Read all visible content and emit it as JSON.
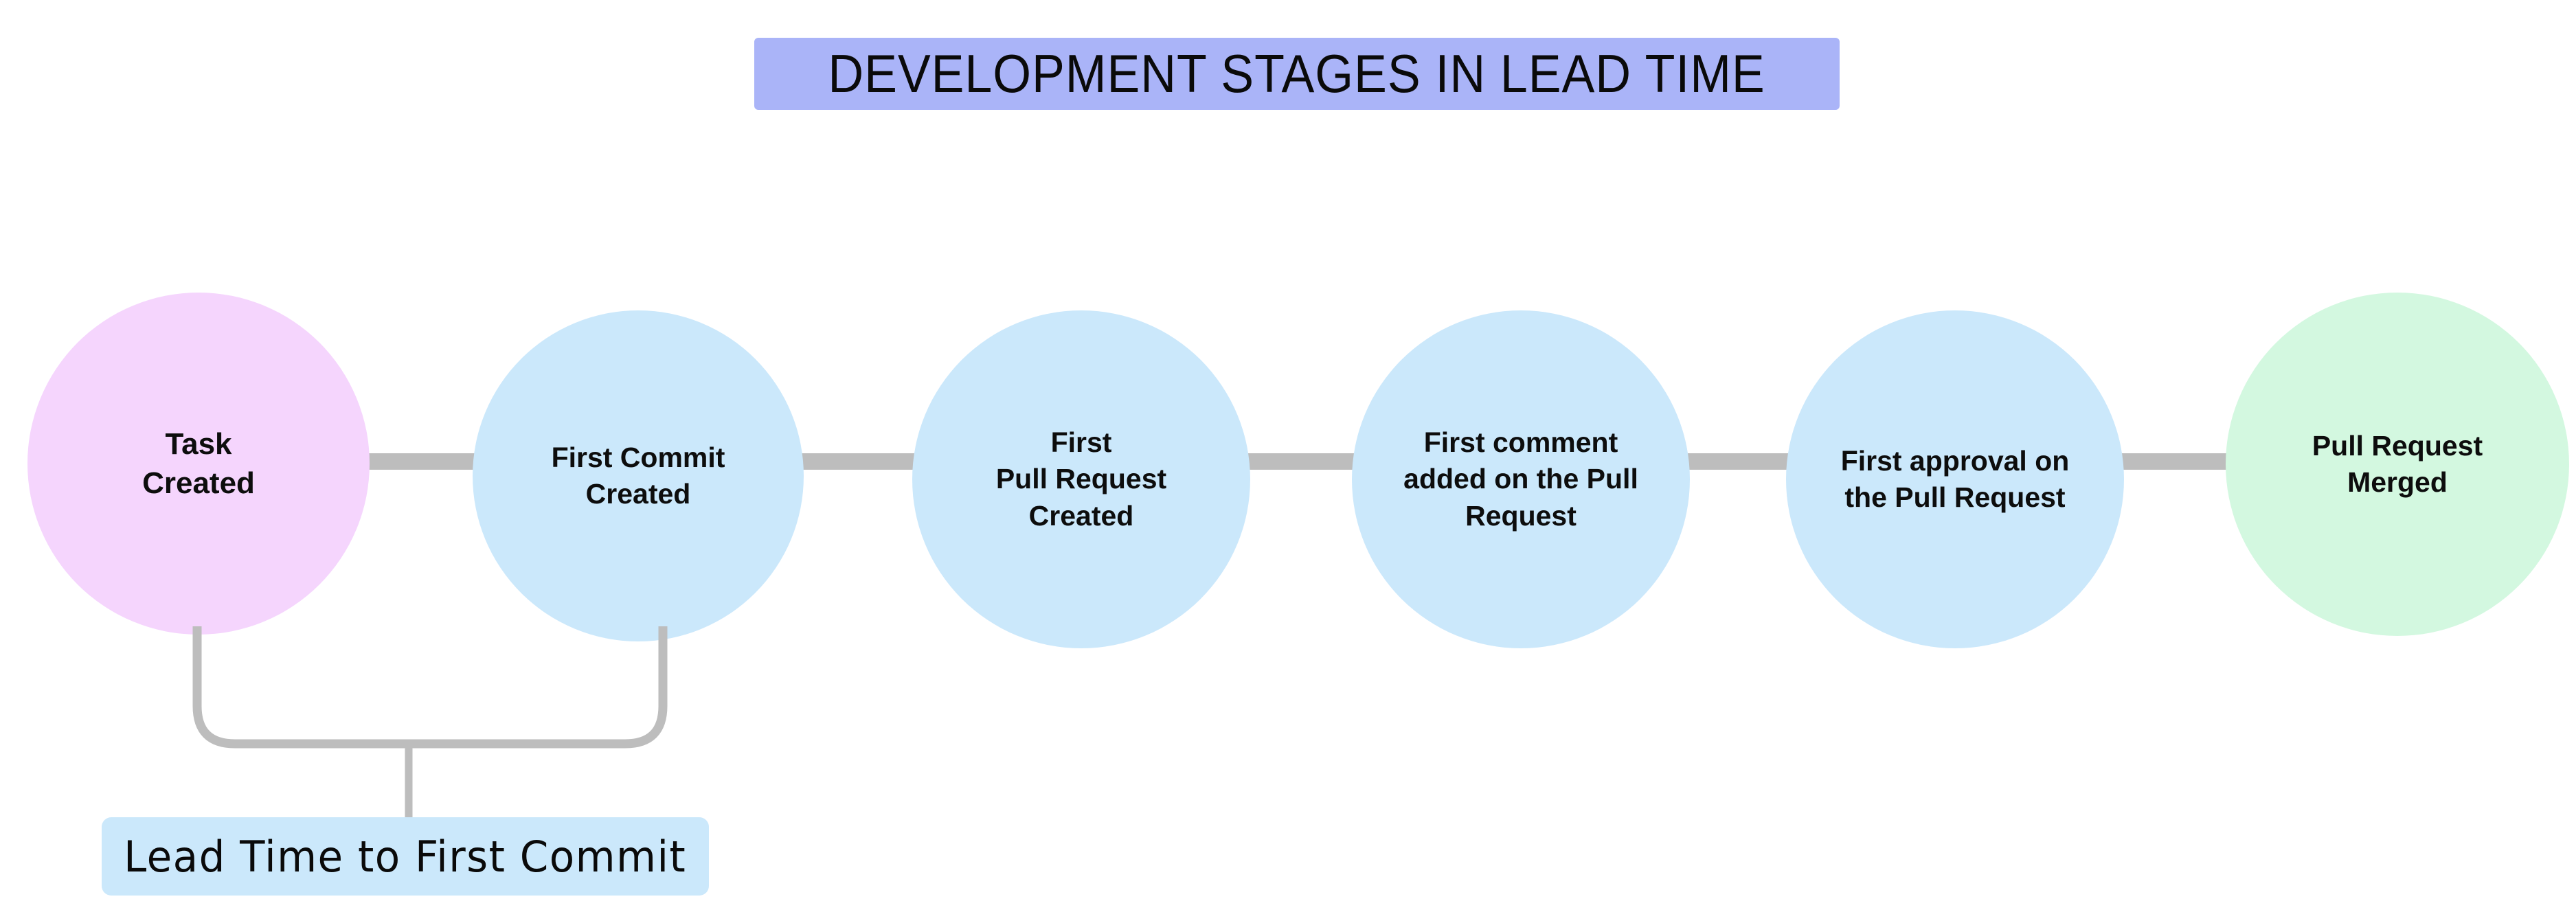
{
  "title": {
    "text": "DEVELOPMENT STAGES IN LEAD TIME",
    "background_color": "#aab4f8",
    "text_color": "#0a0a0a"
  },
  "colors": {
    "start_node": "#f5d5fd",
    "middle_node": "#cbe8fb",
    "end_node": "#d3f8e0",
    "connector": "#bdbdbd",
    "bracket": "#bdbdbd",
    "annotation_box": "#cbe8fb",
    "canvas": "#ffffff"
  },
  "stages": [
    {
      "id": "task-created",
      "label": "Task\nCreated",
      "color": "#f5d5fd"
    },
    {
      "id": "first-commit",
      "label": "First Commit\nCreated",
      "color": "#cbe8fb"
    },
    {
      "id": "first-pull-request",
      "label": "First\nPull Request\nCreated",
      "color": "#cbe8fb"
    },
    {
      "id": "first-comment",
      "label": "First comment\nadded on the Pull\nRequest",
      "color": "#cbe8fb"
    },
    {
      "id": "first-approval",
      "label": "First approval on\nthe Pull Request",
      "color": "#cbe8fb"
    },
    {
      "id": "pull-request-merged",
      "label": "Pull Request\nMerged",
      "color": "#d3f8e0"
    }
  ],
  "annotation": {
    "label": "Lead Time to First Commit",
    "spans_from": "Task Created",
    "spans_to": "First Commit Created"
  }
}
